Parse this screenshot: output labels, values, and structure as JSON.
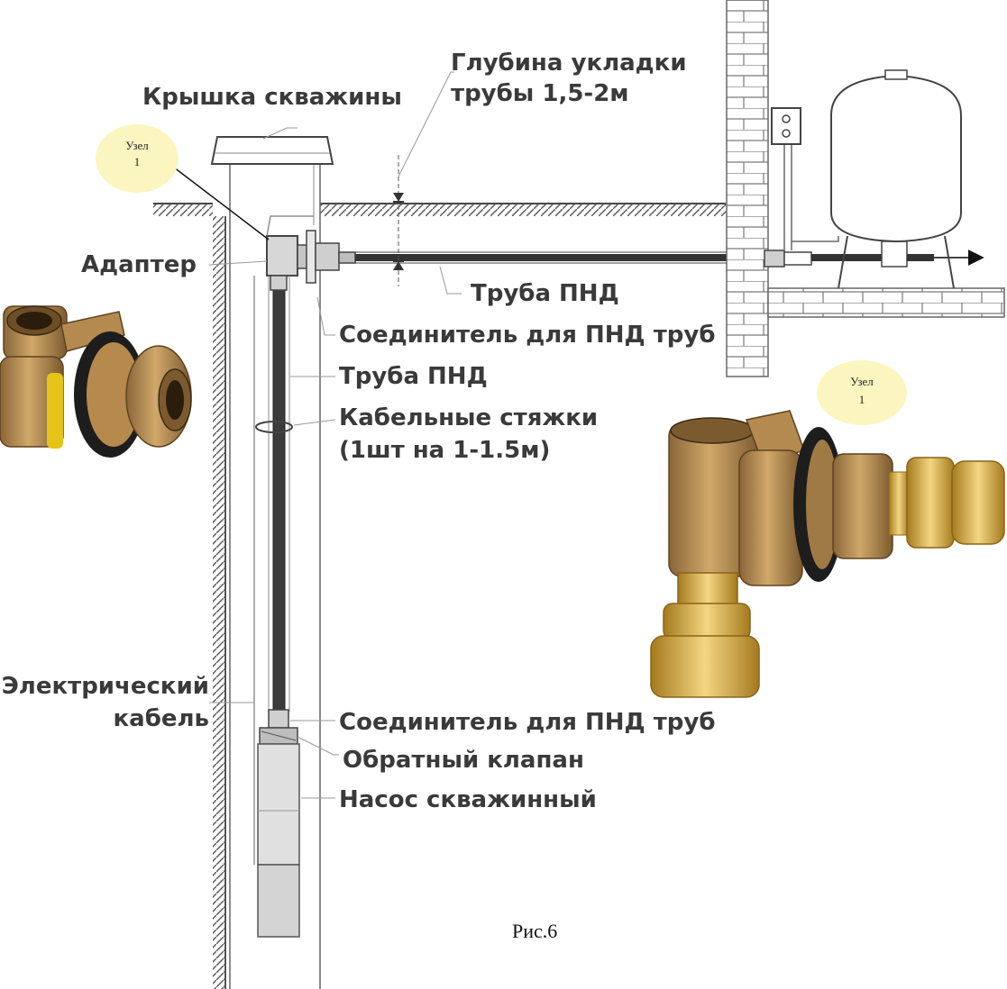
{
  "labels": {
    "well_cap": "Крышка скважины",
    "depth_line1": "Глубина укладки",
    "depth_line2": "трубы 1,5-2м",
    "adapter": "Адаптер",
    "pipe_pnd_top": "Труба ПНД",
    "connector_top": "Соединитель для ПНД труб",
    "pipe_pnd_mid": "Труба ПНД",
    "cable_ties_line1": "Кабельные стяжки",
    "cable_ties_line2": "(1шт на 1-1.5м)",
    "electric_cable_line1": "Электрический",
    "electric_cable_line2": "кабель",
    "connector_bottom": "Соединитель для ПНД труб",
    "check_valve": "Обратный клапан",
    "pump": "Насос скважинный"
  },
  "node_bubbles": [
    {
      "line1": "Узел",
      "line2": "1"
    },
    {
      "line1": "Узел",
      "line2": "1"
    }
  ],
  "figure_caption": "Рис.6",
  "colors": {
    "line": "#3a3a3a",
    "pipe": "#333333",
    "bubble": "#fbf6c0",
    "brass": "#b98f55",
    "brass_light": "#e8c87a",
    "gasket": "#1d1d1d",
    "yellow_mark": "#e6c417"
  }
}
